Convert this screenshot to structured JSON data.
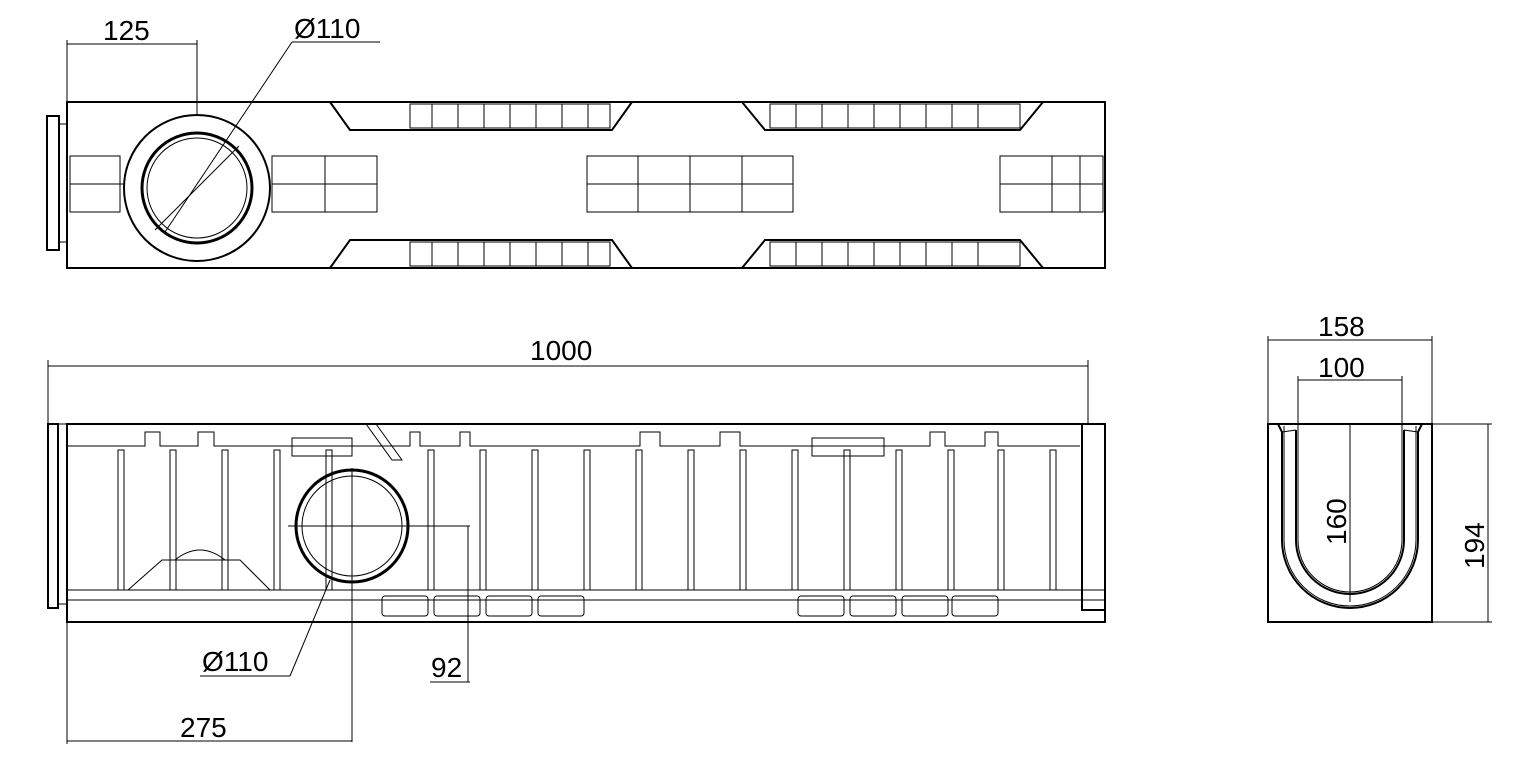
{
  "dimensions": {
    "top_offset": "125",
    "top_diameter": "Ø110",
    "overall_length": "1000",
    "side_diameter": "Ø110",
    "side_height": "92",
    "side_offset": "275",
    "section_width_outer": "158",
    "section_width_inner": "100",
    "section_depth_inner": "160",
    "section_height_outer": "194"
  }
}
